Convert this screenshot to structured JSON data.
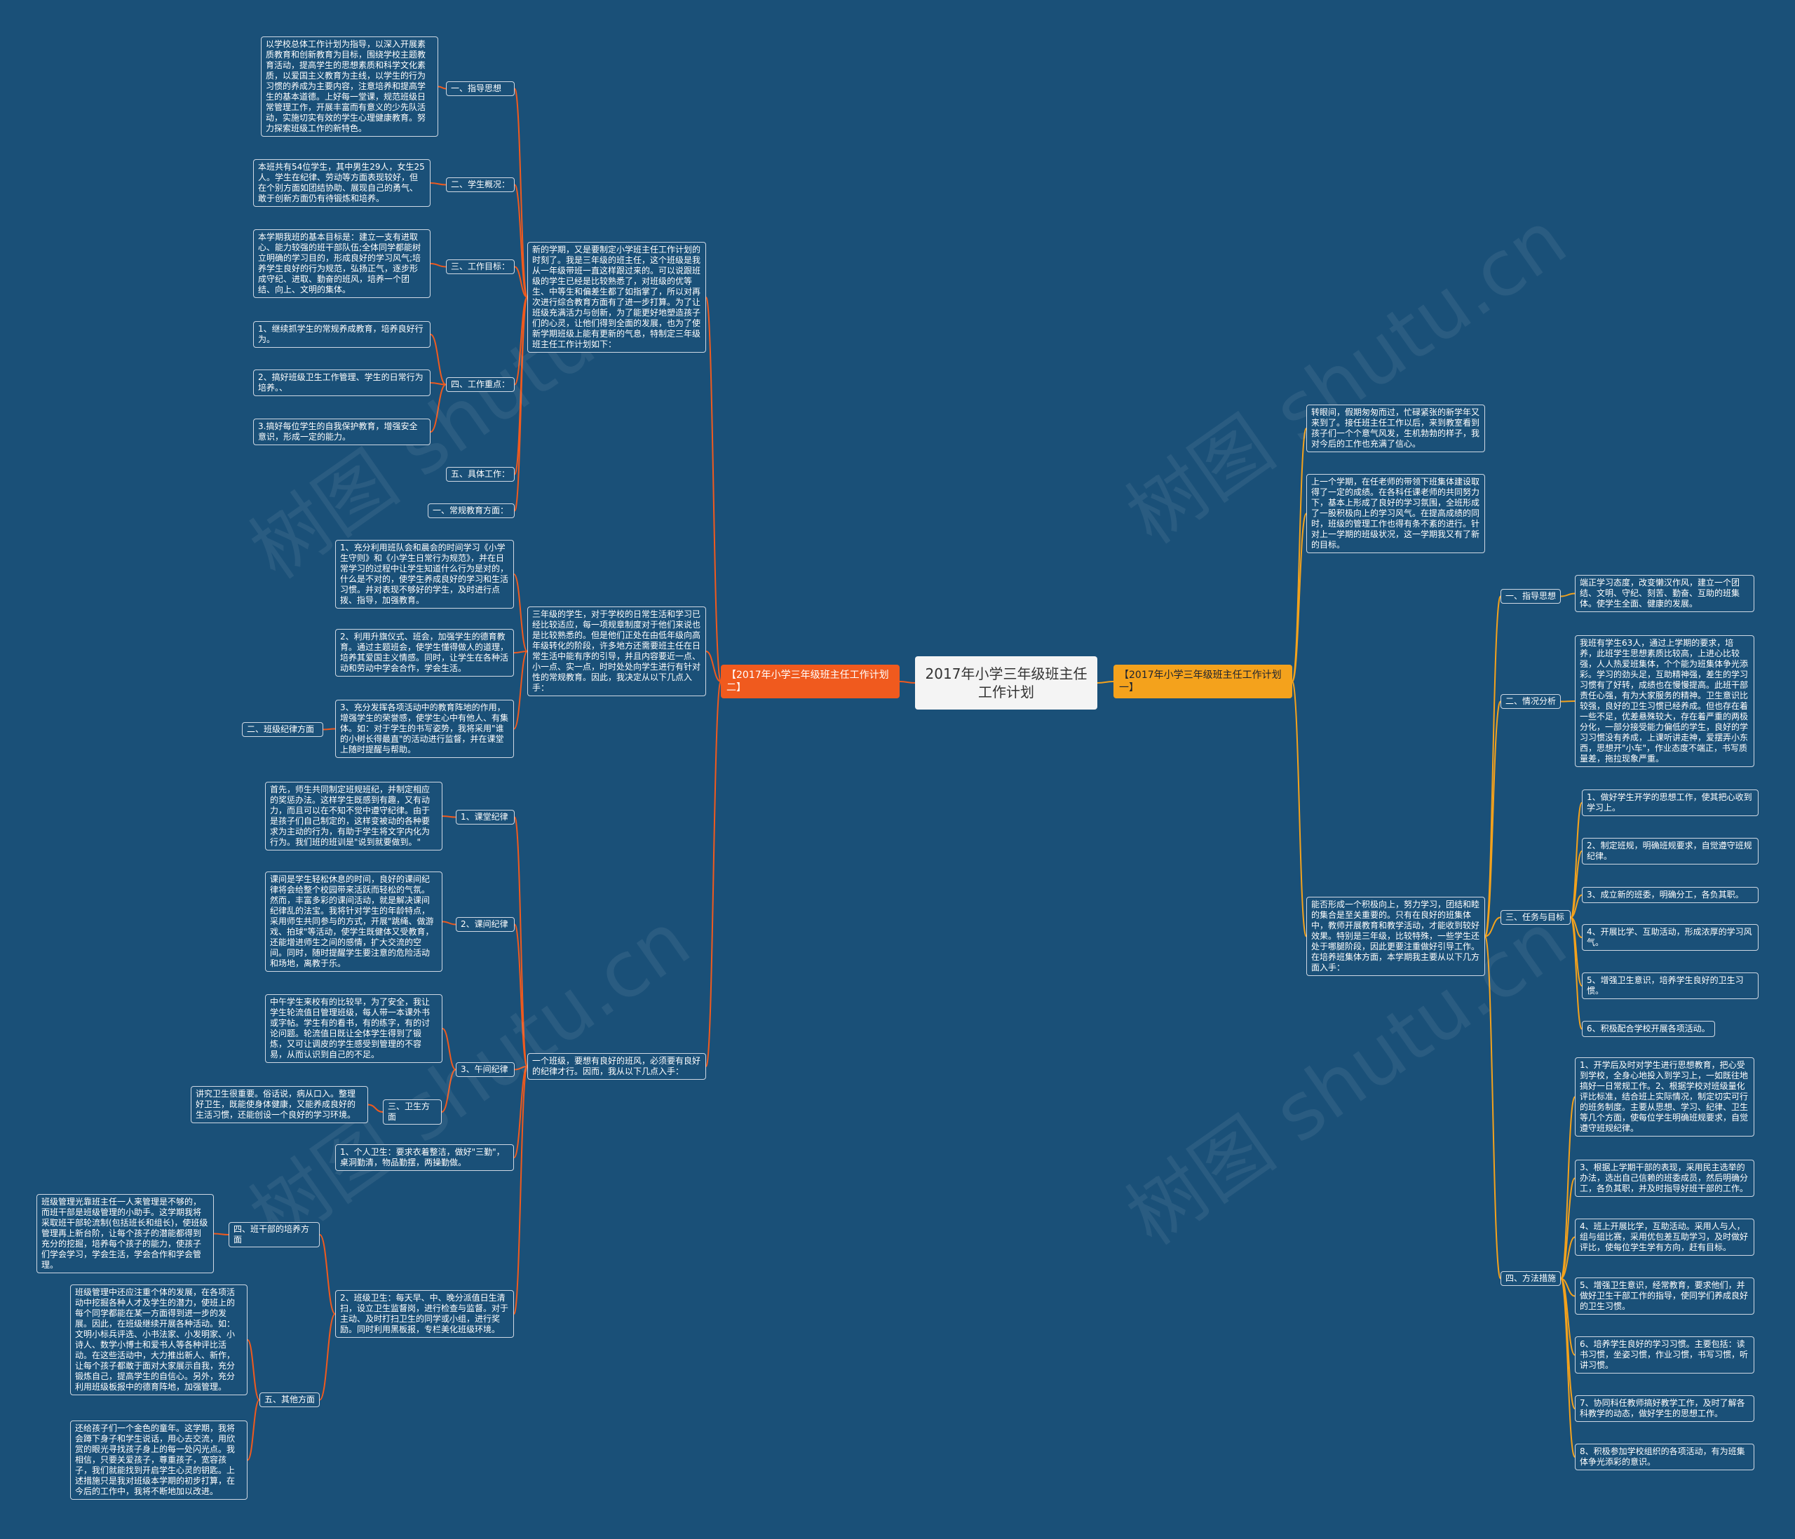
{
  "root": {
    "title": "2017年小学三年级班主任工作计划"
  },
  "watermark": "树图 shutu.cn",
  "colors": {
    "background": "#1a5078",
    "left_branch": "#f05a1e",
    "right_branch": "#f4a21c"
  },
  "left": {
    "label": "【2017年小学三年级班主任工作计划二】",
    "intro1": "新的学期，又是要制定小学班主任工作计划的时刻了。我是三年级的班主任，这个班级是我从一年级带班一直这样跟过来的。可以说跟班级的学生已经是比较熟悉了，对班级的优等生、中等生和偏差生都了如指掌了，所以对再次进行综合教育方面有了进一步打算。为了让班级充满活力与创新，为了能更好地塑造孩子们的心灵，让他们得到全面的发展，也为了使新学期班级上能有更新的气息，特制定三年级班主任工作计划如下：",
    "s1": {
      "a_label": "一、指导思想",
      "a_text": "以学校总体工作计划为指导，以深入开展素质教育和创新教育为目标，围绕学校主题教育活动，提高学生的思想素质和科学文化素质，以爱国主义教育为主线，以学生的行为习惯的养成为主要内容，注意培养和提高学生的基本道德。上好每一堂课，规范班级日常管理工作，开展丰富而有意义的少先队活动，实施切实有效的学生心理健康教育。努力探索班级工作的新特色。",
      "b_label": "二、学生概况：",
      "b_text": "本班共有54位学生，其中男生29人，女生25人。学生在纪律、劳动等方面表现较好，但在个别方面如团结协助、展现自己的勇气、敢于创新方面仍有待锻炼和培养。",
      "c_label": "三、工作目标：",
      "c_text": "本学期我班的基本目标是：建立一支有进取心、能力较强的班干部队伍;全体同学都能树立明确的学习目的，形成良好的学习风气;培养学生良好的行为规范，弘扬正气，逐步形成守纪、进取、勤奋的班风，培养一个团结、向上、文明的集体。",
      "d_label": "四、工作重点：",
      "d_items": [
        "1、继续抓学生的常规养成教育，培养良好行为。",
        "2、搞好班级卫生工作管理、学生的日常行为培养。、",
        "3.搞好每位学生的自我保护教育，增强安全意识，形成一定的能力。"
      ],
      "e_label": "五、具体工作：",
      "f_label": "一、常规教育方面："
    },
    "intro2": "三年级的学生，对于学校的日常生活和学习已经比较适应，每一项规章制度对于他们来说也是比较熟悉的。但是他们正处在由低年级向高年级转化的阶段，许多地方还需要班主任在日常生活中能有序的引导，并且内容要近一点、小一点、实一点，时时处处向学生进行有针对性的常规教育。因此，我决定从以下几点入手：",
    "s2": [
      "1、充分利用班队会和晨会的时间学习《小学生守则》和《小学生日常行为规范》，并在日常学习的过程中让学生知道什么行为是对的，什么是不对的，使学生养成良好的学习和生活习惯。并对表现不够好的学生，及时进行点拨、指导，加强教育。",
      "2、利用升旗仪式、班会，加强学生的德育教育。通过主题班会，使学生懂得做人的道理，培养其爱国主义情感。同时，让学生在各种活动和劳动中学会合作，学会生活。",
      "3、充分发挥各项活动中的教育阵地的作用，增强学生的荣誉感，使学生心中有他人、有集体。如：对于学生的书写姿势，我将采用\"谁的小树长得最直\"的活动进行监督，并在课堂上随时提醒与帮助。"
    ],
    "s2_label": "二、班级纪律方面",
    "intro3": "一个班级，要想有良好的班风，必须要有良好的纪律才行。因而，我从以下几点入手：",
    "s3": {
      "k1_label": "1、课堂纪律",
      "k1_text": "首先，师生共同制定班规班纪，并制定相应的奖惩办法。这样学生既感到有趣，又有动力，而且可以在不知不觉中遵守纪律。由于是孩子们自己制定的，这样变被动的各种要求为主动的行为，有助于学生将文字内化为行为。我们班的班训是\"说到就要做到。\"",
      "k2_label": "2、课间纪律",
      "k2_text": "课间是学生轻松休息的时间，良好的课间纪律将会给整个校园带来活跃而轻松的气氛。然而，丰富多彩的课间活动，就是解决课间纪律乱的法宝。我将针对学生的年龄特点，采用师生共同参与的方式，开展\"跳绳、做游戏、拍球\"等活动，使学生既健体又受教育，还能增进师生之间的感情，扩大交流的空间。同时，随时提醒学生要注意的危险活动和场地，离教于乐。",
      "k3_label": "3、午间纪律",
      "k3_text": "中午学生来校有的比较早，为了安全，我让学生轮流值日管理班级，每人带一本课外书或字帖。学生有的看书，有的练字，有的讨论问题。轮流值日既让全体学生得到了锻炼，又可让调皮的学生感受到管理的不容易，从而认识到自己的不足。"
    },
    "s4": {
      "label": "三、卫生方面",
      "text": "讲究卫生很重要。俗话说，病从口入。整理好卫生，既能使身体健康，又能养成良好的生活习惯，还能创设一个良好的学习环境。",
      "items": [
        "1、个人卫生：要求衣着整洁，做好\"三勤\"，桌洞勤清，物品勤摆，两操勤做。",
        "2、班级卫生：每天早、中、晚分派值日生清扫，设立卫生监督岗，进行检查与监督。对于主动、及时打扫卫生的同学或小组，进行奖励。同时利用黑板报，专栏美化班级环境。"
      ]
    },
    "s5": {
      "label": "四、班干部的培养方面",
      "text": "班级管理光靠班主任一人来管理是不够的，而班干部是班级管理的小助手。这学期我将采取班干部轮流制(包括班长和组长)，使班级管理再上新台阶，让每个孩子的潜能都得到充分的挖掘，培养每个孩子的能力，使孩子们学会学习，学会生活，学会合作和学会管理。"
    },
    "s6": {
      "label": "五、其他方面",
      "items": [
        "班级管理中还应注重个体的发展，在各项活动中挖掘各种人才及学生的潜力，使班上的每个同学都能在某一方面得到进一步的发展。因此，在班级继续开展各种活动。如：文明小标兵评选、小书法家、小发明家、小诗人、数学小博士和爱书人等各种评比活动。在这些活动中，大力推出新人、新作，让每个孩子都敢于面对大家展示自我，充分锻炼自己，提高学生的自信心。另外，充分利用班级板报中的德育阵地，加强管理。",
        "还给孩子们一个金色的童年。这学期，我将会蹲下身子和学生说话，用心去交流，用欣赏的眼光寻找孩子身上的每一处闪光点。我相信，只要关爱孩子，尊重孩子，宽容孩子，我们就能找到开启学生心灵的钥匙。上述措施只是我对班级本学期的初步打算，在今后的工作中，我将不断地加以改进。"
      ]
    }
  },
  "right": {
    "label": "【2017年小学三年级班主任工作计划一】",
    "p1": "转眼间，假期匆匆而过，忙碌紧张的新学年又来到了。接任班主任工作以后，来到教室看到孩子们一个个意气风发，生机勃勃的样子，我对今后的工作也充满了信心。",
    "p2": "上一个学期，在任老师的带领下班集体建设取得了一定的成绩。在各科任课老师的共同努力下，基本上形成了良好的学习氛围，全班形成了一股积极向上的学习风气。在提高成绩的同时，班级的管理工作也得有条不紊的进行。针对上一学期的班级状况，这一学期我又有了新的目标。",
    "p3": "能否形成一个积极向上，努力学习，团结和睦的集合是至关重要的。只有在良好的班集体中，教师开展教育和教学活动，才能收到较好效果。特别是三年级，比较特殊，一些学生还处于哪腿阶段，因此更要注重做好引导工作。在培养班集体方面，本学期我主要从以下几方面入手：",
    "r1": {
      "label": "一、指导思想",
      "text": "端正学习态度，改变懒汉作风，建立一个团结、文明、守纪、刻苦、勤奋、互助的班集体。使学生全面、健康的发展。"
    },
    "r2": {
      "label": "二、情况分析",
      "text": "我班有学生63人，通过上学期的要求，培养，此班学生思想素质比较高，上进心比较强，人人热爱班集体，个个能为班集体争光添彩。学习的劲头足，互助精神强，差生的学习习惯有了好转，成绩也在慢慢提高。此班干部责任心强，有为大家服务的精神。卫生意识比较强，良好的卫生习惯已经养成。但也存在着一些不足，优差悬殊较大，存在着严重的两极分化，一部分接受能力偏低的学生，良好的学习习惯没有养成，上课听讲走神，爱摆弄小东西，思想开\"小车\"，作业态度不端正，书写质量差，拖拉现象严重。"
    },
    "r3": {
      "label": "三、任务与目标",
      "items": [
        "1、做好学生开学的思想工作，使其把心收到学习上。",
        "2、制定班规，明确班规要求，自觉遵守班规纪律。",
        "3、成立新的班委，明确分工，各负其职。",
        "4、开展比学、互助活动，形成浓厚的学习风气。",
        "5、增强卫生意识，培养学生良好的卫生习惯。",
        "6、积极配合学校开展各项活动。"
      ]
    },
    "r4": {
      "label": "四、方法措施",
      "items": [
        "1、开学后及时对学生进行思想教育，把心受到学校，全身心地投入到学习上，一如既往地搞好一日常规工作。2、根据学校对班级量化评比标准，结合班上实际情况，制定切实可行的班务制度。主要从思想、学习、纪律、卫生等几个方面，使每位学生明确班规要求，自觉遵守班规纪律。",
        "3、根据上学期干部的表现，采用民主选举的办法，选出自己信赖的班委成员，然后明确分工，各负其职，并及时指导好班干部的工作。",
        "4、班上开展比学，互助活动。采用人与人，组与组比赛，采用优包差互助学习，及时做好评比，使每位学生学有方向，赶有目标。",
        "5、增强卫生意识，经常教育，要求他们，并做好卫生干部工作的指导，使同学们养成良好的卫生习惯。",
        "6、培养学生良好的学习习惯。主要包括：读书习惯，坐姿习惯，作业习惯，书写习惯，听讲习惯。",
        "7、协同科任教师搞好教学工作，及时了解各科教学的动态，做好学生的思想工作。",
        "8、积极参加学校组织的各项活动，有为班集体争光添彩的意识。"
      ]
    }
  }
}
